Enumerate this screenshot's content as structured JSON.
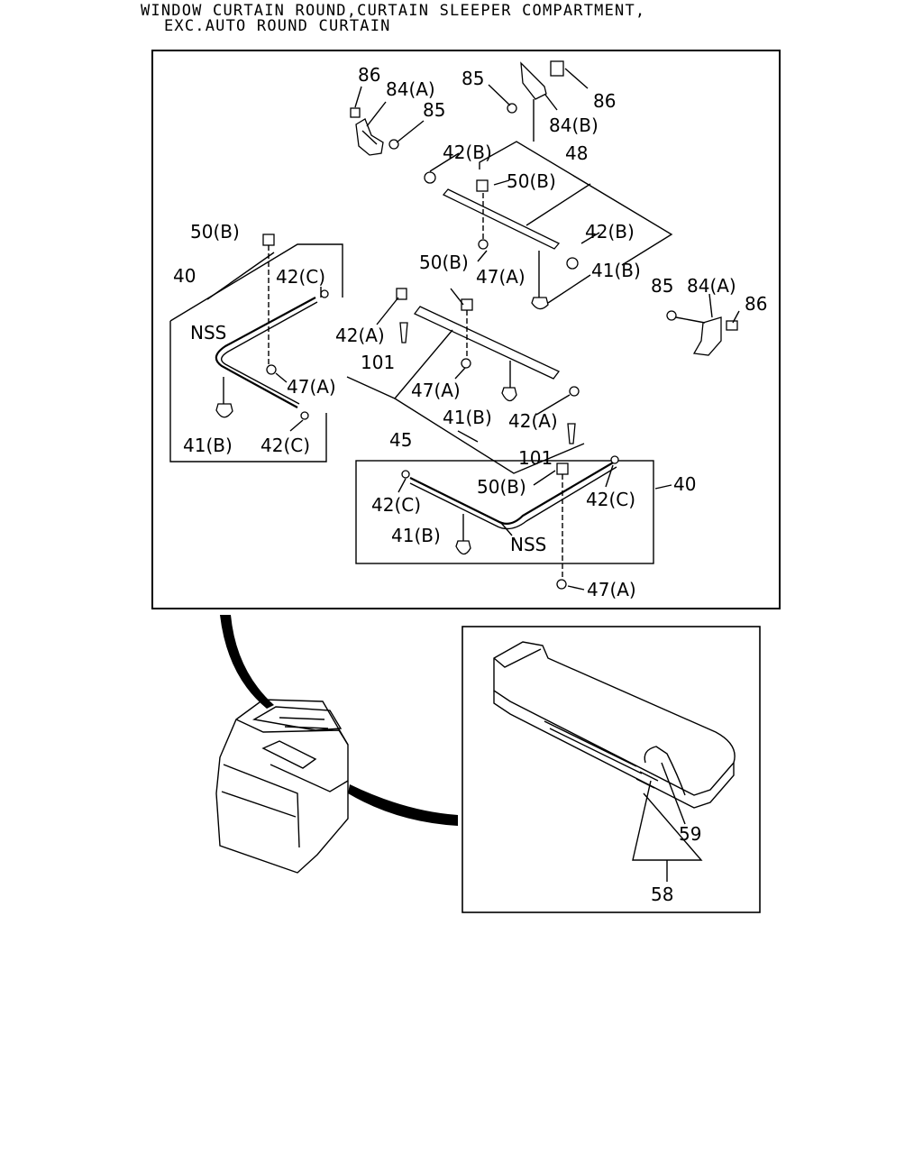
{
  "title": {
    "line1": "WINDOW CURTAIN ROUND,CURTAIN SLEEPER COMPARTMENT,",
    "line2": "EXC.AUTO ROUND CURTAIN"
  },
  "callouts": {
    "c86_a": "86",
    "c84a_a": "84(A)",
    "c85_a": "85",
    "c85_b": "85",
    "c86_b": "86",
    "c84b": "84(B)",
    "c42b_a": "42(B)",
    "c48": "48",
    "c50b_a": "50(B)",
    "c42b_b": "42(B)",
    "c47a_a": "47(A)",
    "c41b_a": "41(B)",
    "c85_c": "85",
    "c84a_b": "84(A)",
    "c86_c": "86",
    "c50b_b": "50(B)",
    "c40_a": "40",
    "c42c_a": "42(C)",
    "cnss_a": "NSS",
    "c47a_b": "47(A)",
    "c41b_b": "41(B)",
    "c42c_b": "42(C)",
    "c50b_c": "50(B)",
    "c42a_a": "42(A)",
    "c101_a": "101",
    "c47a_c": "47(A)",
    "c41b_c": "41(B)",
    "c42a_b": "42(A)",
    "c45": "45",
    "c101_b": "101",
    "c50b_d": "50(B)",
    "c42c_c": "42(C)",
    "c42c_d": "42(C)",
    "c40_b": "40",
    "c41b_d": "41(B)",
    "cnss_b": "NSS",
    "c47a_d": "47(A)",
    "c59": "59",
    "c58": "58"
  }
}
